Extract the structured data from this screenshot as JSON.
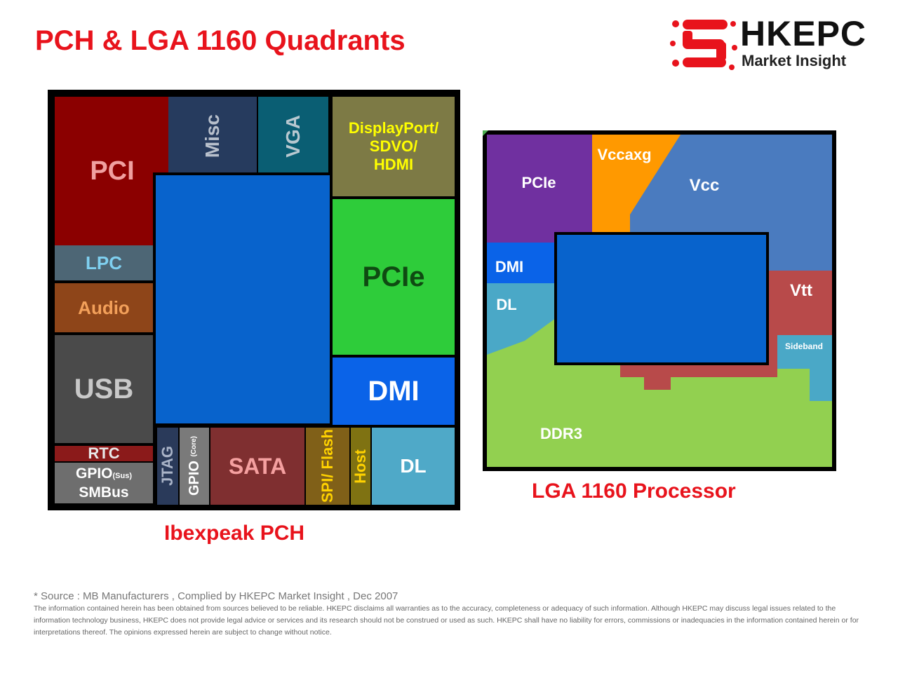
{
  "title": "PCH & LGA 1160 Quadrants",
  "logo": {
    "name": "HKEPC",
    "tagline": "Market Insight"
  },
  "pch": {
    "caption": "Ibexpeak PCH",
    "blocks": {
      "pci": "PCI",
      "misc": "Misc",
      "vga": "VGA",
      "display_line1": "DisplayPort/",
      "display_line2": "SDVO/",
      "display_line3": "HDMI",
      "lpc": "LPC",
      "audio": "Audio",
      "usb": "USB",
      "pcie": "PCIe",
      "dmi": "DMI",
      "rtc": "RTC",
      "gpio_sus": "GPIO",
      "gpio_sus_sub": "(Sus)",
      "smbus": "SMBus",
      "jtag": "JTAG",
      "gpio_core": "GPIO",
      "gpio_core_sub": "(Core)",
      "sata": "SATA",
      "spi_flash": "SPI/ Flash",
      "host": "Host",
      "dl": "DL"
    }
  },
  "cpu": {
    "caption": "LGA 1160 Processor",
    "blocks": {
      "pcie": "PCIe",
      "vccaxg": "Vccaxg",
      "vcc": "Vcc",
      "dmi": "DMI",
      "dl": "DL",
      "vtt": "Vtt",
      "sideband": "Sideband",
      "ddr3": "DDR3"
    }
  },
  "footnote": {
    "source": "* Source : MB Manufacturers , Complied by HKEPC Market Insight , Dec 2007",
    "disclaimer": "The information contained herein has been obtained from sources believed to be reliable. HKEPC disclaims all warranties as to the accuracy, completeness or adequacy of such information. Although HKEPC may discuss legal issues related to the information technology business, HKEPC does not provide legal advice or services and its research should not be construed or used as such. HKEPC shall have no liability for errors, commissions or inadequacies in the information contained herein or for interpretations thereof. The opinions expressed herein are subject to change without notice."
  },
  "colors": {
    "title_red": "#e8131c",
    "pci": "#8b0000",
    "misc": "#263b5e",
    "vga": "#0a5e73",
    "display": "#7d7a45",
    "lpc": "#4d6675",
    "audio": "#8e4519",
    "usb": "#4a4a4a",
    "pcie_pch": "#2ecc3a",
    "dmi_pch": "#0a63e8",
    "rtc": "#8b1a1a",
    "gpio_sus": "#6e6e6e",
    "jtag": "#2a3a5a",
    "gpio_core": "#7a7a7a",
    "sata": "#7f2f30",
    "spi_flash": "#806018",
    "host": "#7f7212",
    "dl_pch": "#4fa9c8",
    "core_blue": "#0863cc",
    "cpu_pcie": "#7030a0",
    "vccaxg": "#ff9900",
    "vcc": "#4a7bbf",
    "cpu_dmi": "#0a63e8",
    "cpu_dl": "#4aa8c7",
    "vtt": "#b84a4a",
    "sideband": "#4aa8c7",
    "ddr3": "#92d050"
  }
}
